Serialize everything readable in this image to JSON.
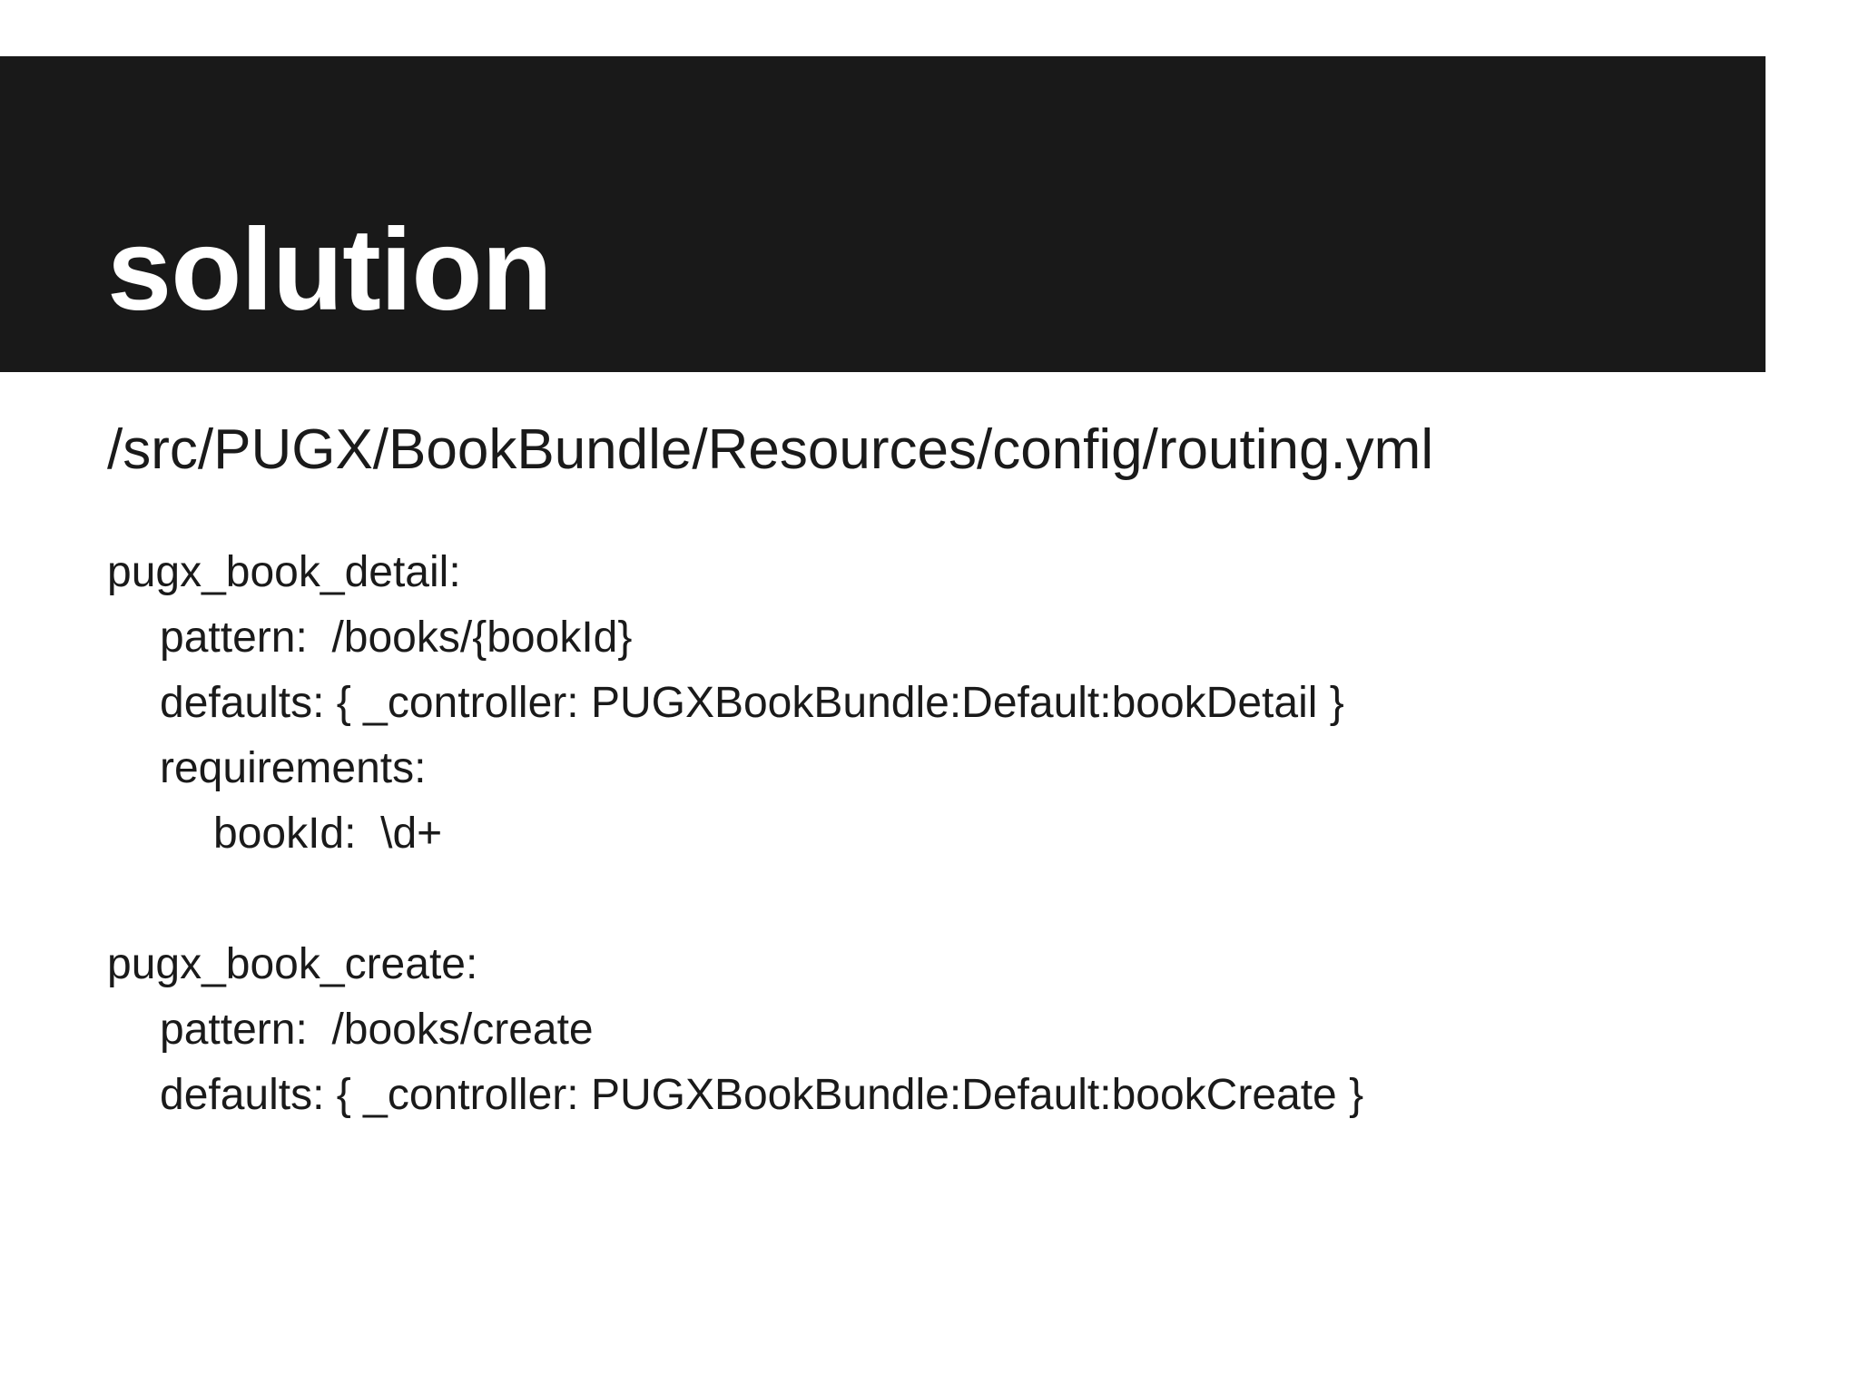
{
  "slide": {
    "title": "solution",
    "background_color": "#ffffff",
    "band_color": "#191919",
    "title_color": "#ffffff",
    "text_color": "#1a1a1a"
  },
  "content": {
    "file_path": "/src/PUGX/BookBundle/Resources/config/routing.yml",
    "code_language": "yaml",
    "code_lines": [
      {
        "indent": 0,
        "text": "pugx_book_detail:"
      },
      {
        "indent": 1,
        "text": "pattern:  /books/{bookId}"
      },
      {
        "indent": 1,
        "text": "defaults: { _controller: PUGXBookBundle:Default:bookDetail }"
      },
      {
        "indent": 1,
        "text": "requirements:"
      },
      {
        "indent": 2,
        "text": "bookId:  \\d+"
      },
      {
        "indent": 0,
        "text": ""
      },
      {
        "indent": 0,
        "text": "pugx_book_create:"
      },
      {
        "indent": 1,
        "text": "pattern:  /books/create"
      },
      {
        "indent": 1,
        "text": "defaults: { _controller: PUGXBookBundle:Default:bookCreate }"
      }
    ]
  }
}
